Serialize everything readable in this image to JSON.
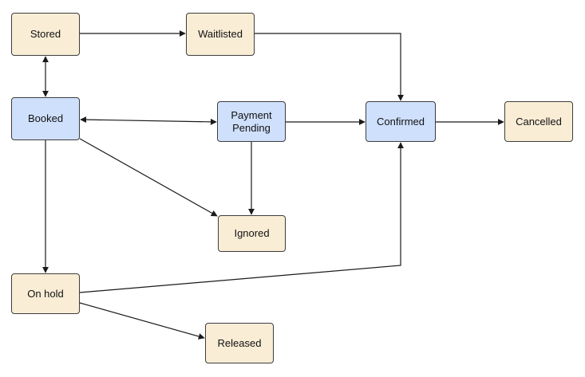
{
  "nodes": {
    "stored": {
      "label": "Stored",
      "fill": "#f9edd6"
    },
    "waitlisted": {
      "label": "Waitlisted",
      "fill": "#f9edd6"
    },
    "booked": {
      "label": "Booked",
      "fill": "#cfe0fc"
    },
    "payment_pending": {
      "label": "Payment\nPending",
      "fill": "#cfe0fc"
    },
    "confirmed": {
      "label": "Confirmed",
      "fill": "#cfe0fc"
    },
    "cancelled": {
      "label": "Cancelled",
      "fill": "#f9edd6"
    },
    "ignored": {
      "label": "Ignored",
      "fill": "#f9edd6"
    },
    "on_hold": {
      "label": "On hold",
      "fill": "#f9edd6"
    },
    "released": {
      "label": "Released",
      "fill": "#f9edd6"
    }
  },
  "edges": [
    {
      "from": "stored",
      "to": "waitlisted",
      "bidirectional": false
    },
    {
      "from": "stored",
      "to": "booked",
      "bidirectional": true
    },
    {
      "from": "waitlisted",
      "to": "confirmed",
      "bidirectional": false
    },
    {
      "from": "booked",
      "to": "payment_pending",
      "bidirectional": true
    },
    {
      "from": "booked",
      "to": "ignored",
      "bidirectional": false
    },
    {
      "from": "booked",
      "to": "on_hold",
      "bidirectional": false
    },
    {
      "from": "payment_pending",
      "to": "confirmed",
      "bidirectional": false
    },
    {
      "from": "payment_pending",
      "to": "ignored",
      "bidirectional": false
    },
    {
      "from": "confirmed",
      "to": "cancelled",
      "bidirectional": false
    },
    {
      "from": "on_hold",
      "to": "confirmed",
      "bidirectional": false
    },
    {
      "from": "on_hold",
      "to": "released",
      "bidirectional": false
    }
  ],
  "colors": {
    "tan_state": "#f9edd6",
    "blue_state": "#cfe0fc",
    "border": "#3d3d3d",
    "edge": "#1a1a1a"
  }
}
